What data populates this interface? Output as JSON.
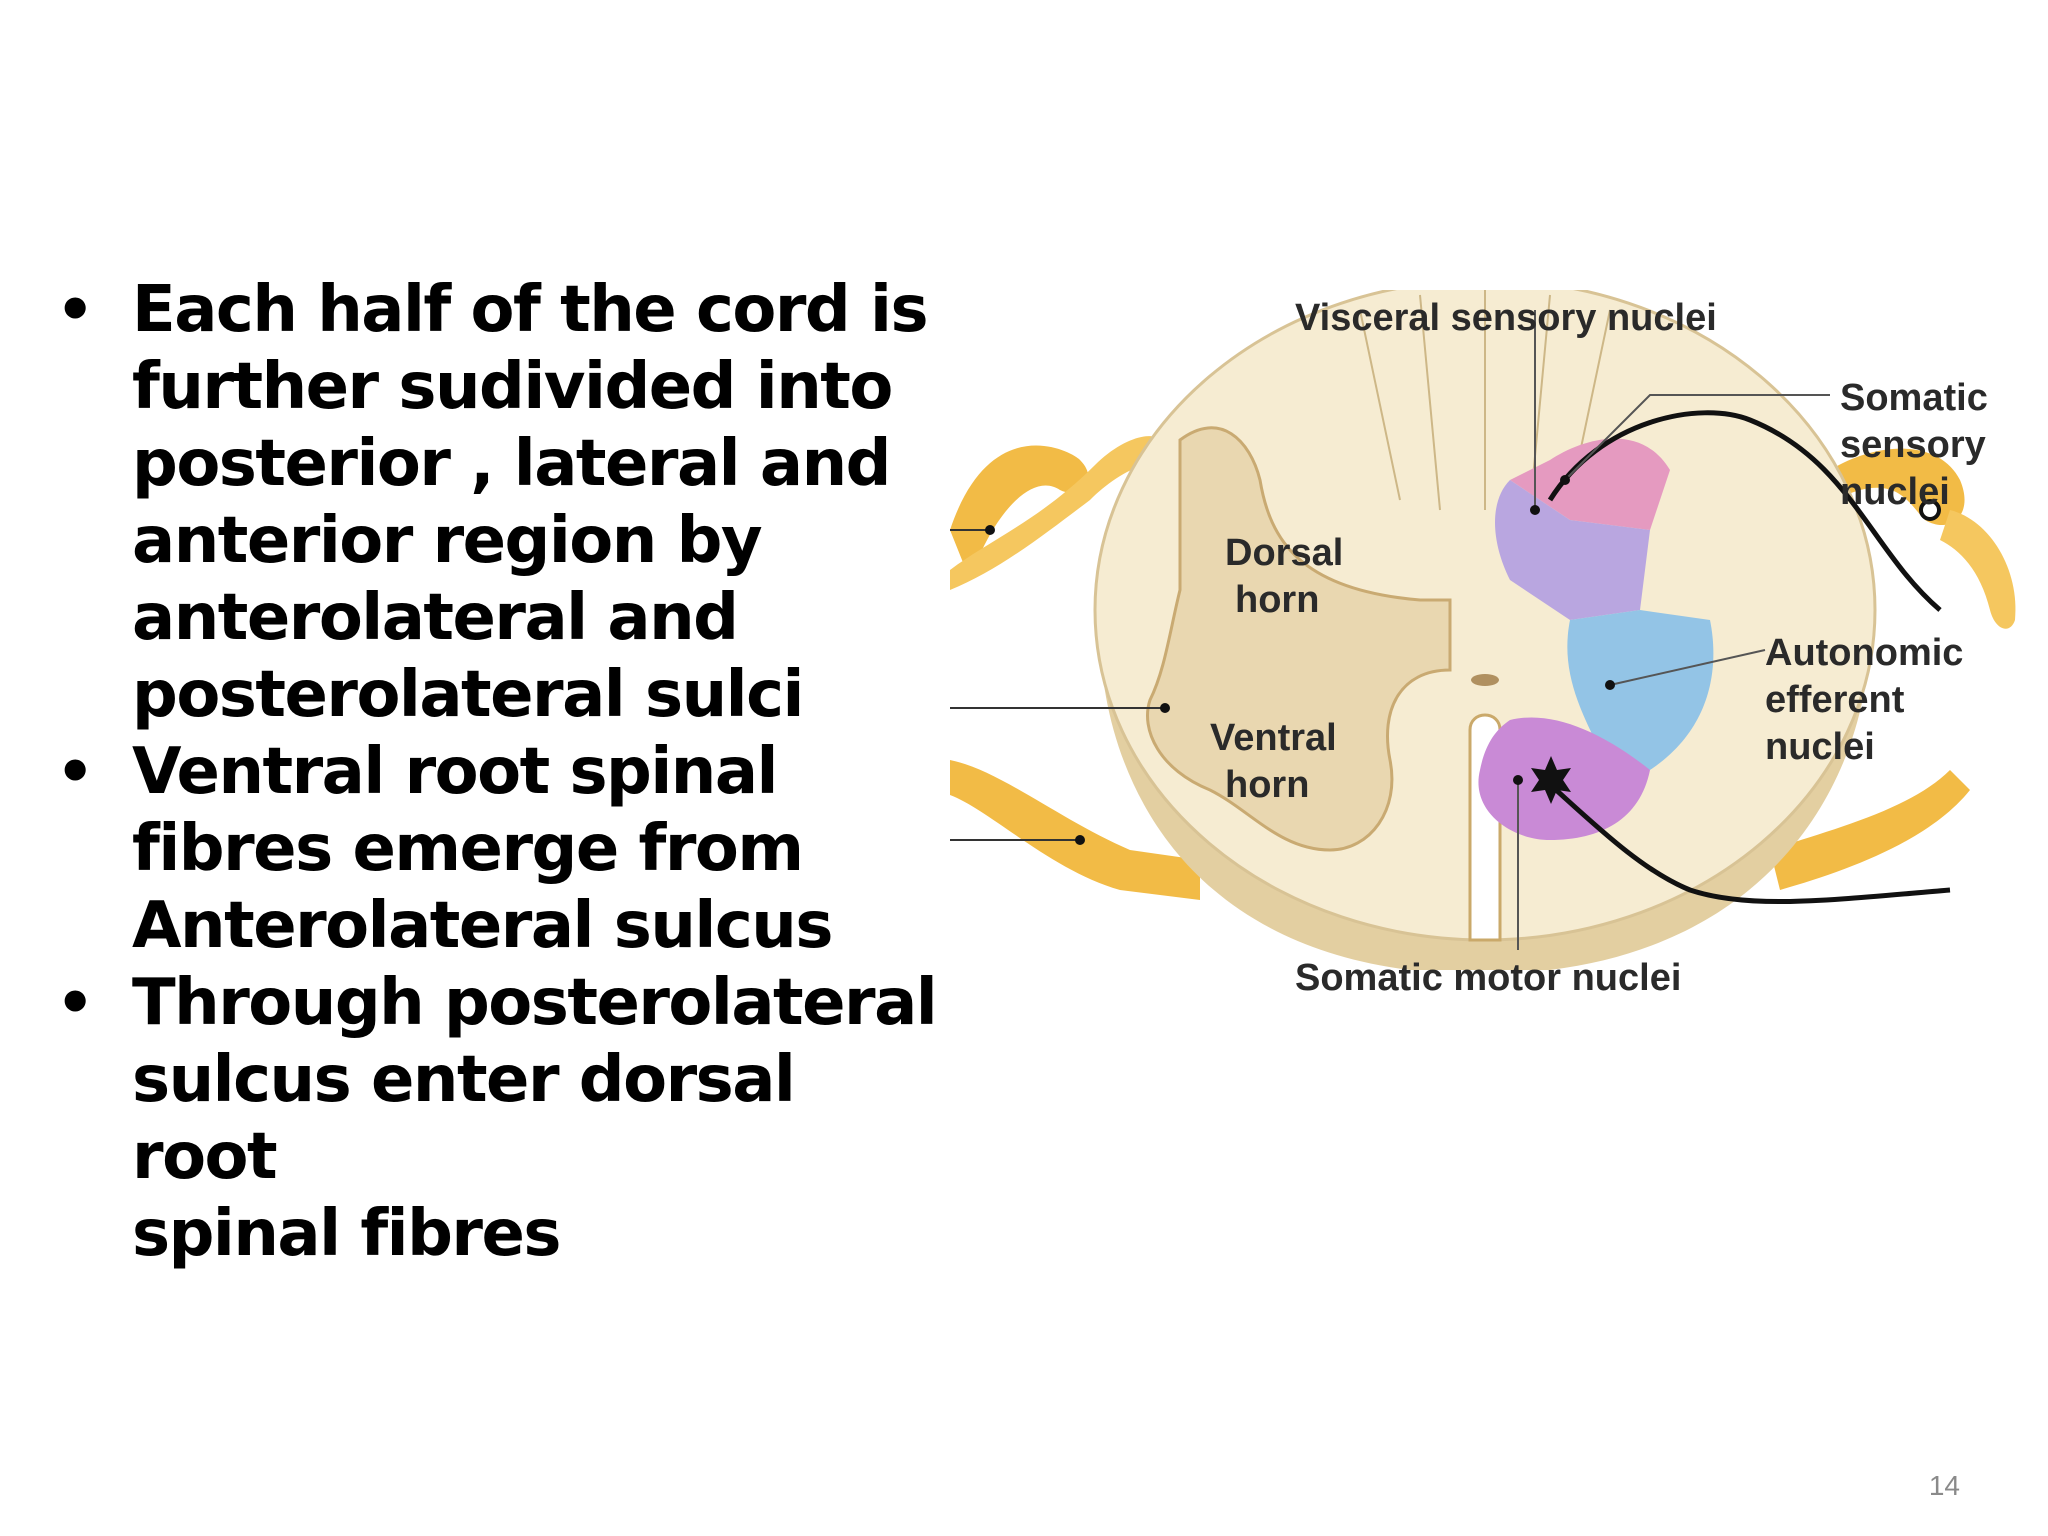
{
  "bullets": [
    {
      "text": "Each half of the cord is further sudivided into posterior , lateral and anterior region by anterolateral and posterolateral sulci"
    },
    {
      "text": "Ventral root spinal fibres emerge from Anterolateral sulcus"
    },
    {
      "text": "Through posterolateral sulcus enter dorsal root spinal fibres"
    }
  ],
  "bullet_lines": [
    [
      "Each half of the cord is",
      "further sudivided into",
      "posterior , lateral and",
      "anterior region by",
      "anterolateral and",
      "posterolateral sulci"
    ],
    [
      "Ventral root spinal",
      "fibres emerge from",
      "Anterolateral sulcus"
    ],
    [
      "Through posterolateral",
      "sulcus enter dorsal root",
      "spinal fibres"
    ]
  ],
  "diagram": {
    "labels": {
      "visceral_sensory": "Visceral sensory nuclei",
      "somatic_sensory": [
        "Somatic",
        "sensory",
        "nuclei"
      ],
      "dorsal_horn": [
        "Dorsal",
        "horn"
      ],
      "ventral_horn": [
        "Ventral",
        "horn"
      ],
      "autonomic_efferent": [
        "Autonomic",
        "efferent",
        "nuclei"
      ],
      "somatic_motor": "Somatic motor nuclei"
    },
    "colors": {
      "white_matter": "#f6ecd2",
      "gray_matter": "#e9d7b0",
      "root": "#f2bb46",
      "somatic_sensory": "#e59ac0",
      "visceral_sensory": "#b9a6e0",
      "autonomic": "#93c4e6",
      "somatic_motor": "#c98ad6"
    }
  },
  "footer": {
    "page_number": "14"
  }
}
